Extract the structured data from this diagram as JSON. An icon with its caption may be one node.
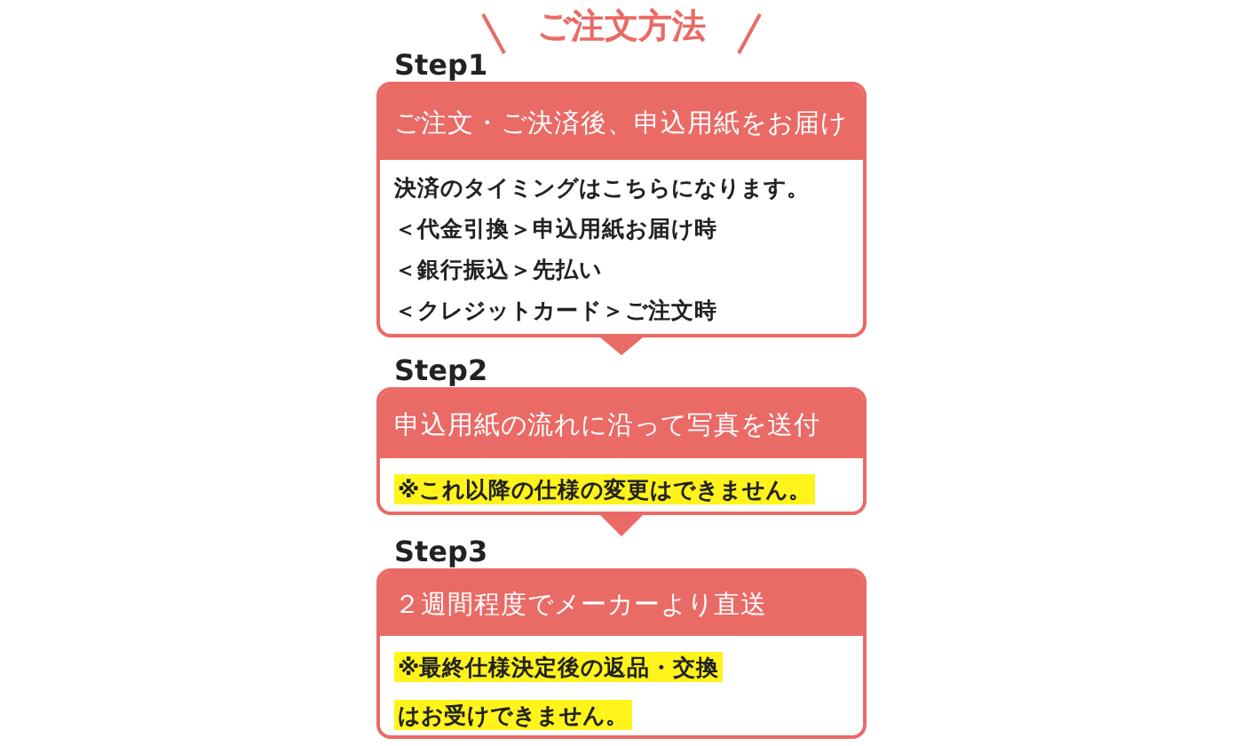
{
  "diagram": {
    "title": "ご注文方法",
    "nodes": [
      {
        "text": [
          "Step1",
          "ご注文・ご決済後、申込用紙をお届け",
          "決済のタイミングはこちらになります。",
          "＜代金引換＞申込用紙お届け時",
          "＜銀行振込＞先払い",
          "＜クレジットカード＞ご注文時"
        ]
      },
      {
        "text": [
          "Step2",
          "申込用紙の流れに沿って写真を送付",
          "※これ以降の仕様の変更はできません。"
        ]
      },
      {
        "text": [
          "Step3",
          "２週間程度でメーカーより直送",
          "※最終仕様決定後の返品・交換はお受けできません。"
        ]
      }
    ],
    "edges": [
      {
        "from": 0,
        "to": 1,
        "arrow": "to"
      },
      {
        "from": 1,
        "to": 2,
        "arrow": "to"
      }
    ]
  }
}
